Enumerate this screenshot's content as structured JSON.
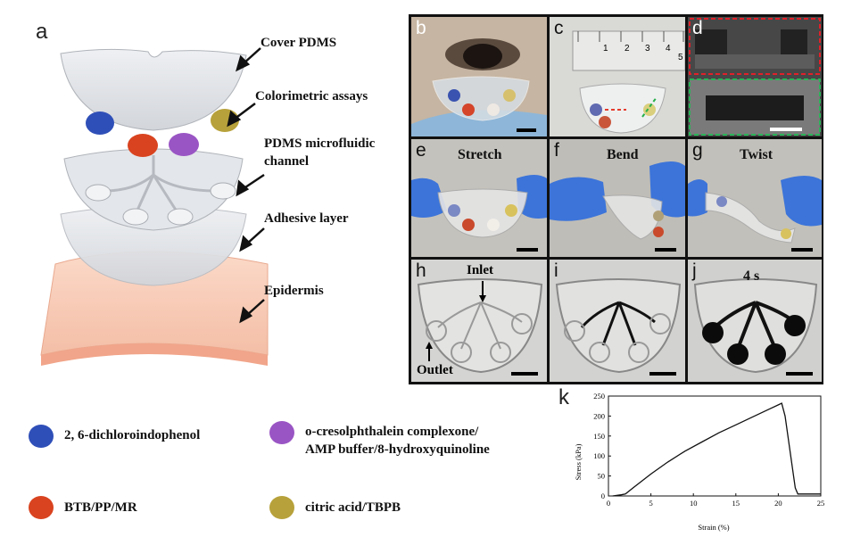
{
  "figure": {
    "panel_a": {
      "letter": "a",
      "callouts": {
        "cover": "Cover PDMS",
        "assays": "Colorimetric assays",
        "channel_1": "PDMS microfluidic",
        "channel_2": "channel",
        "adhesive": "Adhesive layer",
        "epidermis": "Epidermis"
      }
    },
    "panels": {
      "b": {
        "letter": "b"
      },
      "c": {
        "letter": "c",
        "ruler_ticks": [
          "1",
          "2",
          "3",
          "4",
          "5"
        ]
      },
      "d": {
        "letter": "d"
      },
      "e": {
        "letter": "e",
        "title": "Stretch"
      },
      "f": {
        "letter": "f",
        "title": "Bend"
      },
      "g": {
        "letter": "g",
        "title": "Twist"
      },
      "h": {
        "letter": "h",
        "inlet": "Inlet",
        "outlet": "Outlet"
      },
      "i": {
        "letter": "i"
      },
      "j": {
        "letter": "j",
        "time": "4 s"
      }
    },
    "legend": [
      {
        "color": "#2f4fb8",
        "lines": [
          "2, 6-dichloroindophenol"
        ]
      },
      {
        "color": "#9a55c4",
        "lines": [
          "o-cresolphthalein complexone/",
          "AMP buffer/8-hydroxyquinoline"
        ]
      },
      {
        "color": "#d9431f",
        "lines": [
          "BTB/PP/MR"
        ]
      },
      {
        "color": "#b7a13a",
        "lines": [
          "citric acid/TBPB"
        ]
      }
    ],
    "colors": {
      "blue_assay": "#2f4fb8",
      "red_assay": "#d9431f",
      "purple_assay": "#9a55c4",
      "gold_assay": "#b7a13a",
      "epidermis": "#f7c9b4",
      "glove_blue": "#3c74d9"
    }
  },
  "chart_data": {
    "type": "line",
    "panel_letter": "k",
    "xlabel": "Strain (%)",
    "ylabel": "Stress (kPa)",
    "xlim": [
      0,
      25
    ],
    "ylim": [
      0,
      250
    ],
    "xticks": [
      "0",
      "5",
      "10",
      "15",
      "20",
      "25"
    ],
    "yticks": [
      "0",
      "50",
      "100",
      "150",
      "200",
      "250"
    ],
    "x": [
      0.5,
      1.5,
      2.0,
      3.0,
      5.0,
      7.0,
      9.0,
      11.0,
      13.0,
      15.0,
      17.0,
      19.0,
      20.0,
      20.4,
      20.8,
      21.2,
      21.6,
      22.0,
      22.3,
      22.6,
      25.0
    ],
    "y": [
      0,
      3,
      5,
      22,
      55,
      85,
      112,
      135,
      158,
      178,
      198,
      218,
      228,
      232,
      200,
      140,
      80,
      20,
      5,
      5,
      5
    ],
    "grid": false
  }
}
